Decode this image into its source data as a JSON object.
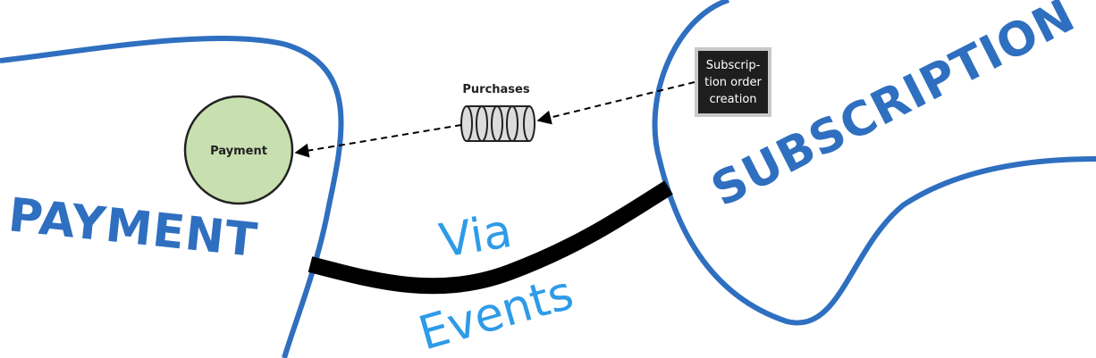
{
  "colors": {
    "boundary": "#2f6fc0",
    "context_label": "#2f6fc0",
    "via_label": "#2e9be8",
    "payment_fill": "#c8e0b0",
    "queue_fill": "#dcdcdc",
    "box_fill": "#1e1e1e",
    "box_border": "#c8c8c8",
    "link": "#000000"
  },
  "contexts": {
    "payment": {
      "label": "PAYMENT"
    },
    "subscription": {
      "label": "SUBSCRIPTION"
    }
  },
  "connection": {
    "line1": "Via",
    "line2": "Events"
  },
  "nodes": {
    "payment": {
      "label": "Payment",
      "shape": "circle"
    },
    "purchases_queue": {
      "label": "Purchases",
      "shape": "queue"
    },
    "subscription_order_creation": {
      "shape": "box",
      "lines": [
        "Subscrip-",
        "tion order",
        "creation"
      ]
    }
  },
  "edges": [
    {
      "from": "subscription_order_creation",
      "to": "purchases_queue",
      "style": "dashed-arrow"
    },
    {
      "from": "purchases_queue",
      "to": "payment",
      "style": "dashed-arrow"
    }
  ]
}
